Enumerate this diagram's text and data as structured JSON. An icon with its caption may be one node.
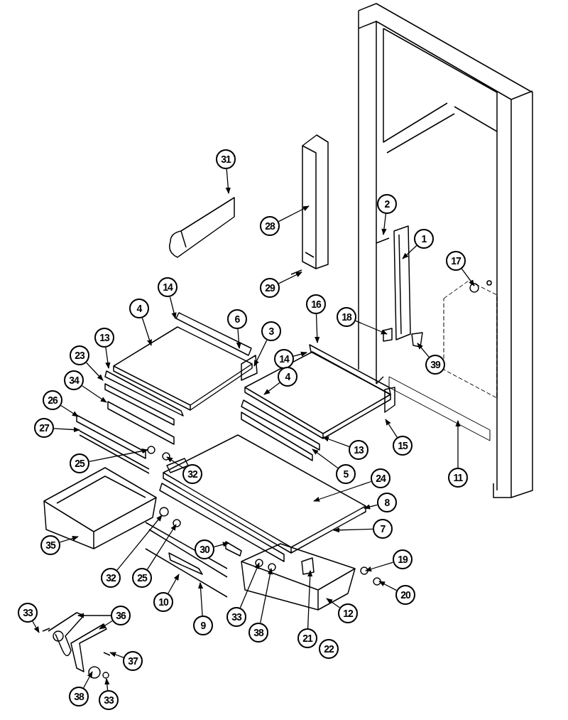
{
  "diagram": {
    "nodes": [
      {
        "text": [
          "31"
        ]
      },
      {
        "text": [
          "28"
        ]
      },
      {
        "text": [
          "2"
        ]
      },
      {
        "text": [
          "1"
        ]
      },
      {
        "text": [
          "17"
        ]
      },
      {
        "text": [
          "29"
        ]
      },
      {
        "text": [
          "14"
        ]
      },
      {
        "text": [
          "4"
        ]
      },
      {
        "text": [
          "6"
        ]
      },
      {
        "text": [
          "16"
        ]
      },
      {
        "text": [
          "18"
        ]
      },
      {
        "text": [
          "3"
        ]
      },
      {
        "text": [
          "14"
        ]
      },
      {
        "text": [
          "13"
        ]
      },
      {
        "text": [
          "4"
        ]
      },
      {
        "text": [
          "39"
        ]
      },
      {
        "text": [
          "23"
        ]
      },
      {
        "text": [
          "34"
        ]
      },
      {
        "text": [
          "26"
        ]
      },
      {
        "text": [
          "27"
        ]
      },
      {
        "text": [
          "25"
        ]
      },
      {
        "text": [
          "32"
        ]
      },
      {
        "text": [
          "15"
        ]
      },
      {
        "text": [
          "13"
        ]
      },
      {
        "text": [
          "5"
        ]
      },
      {
        "text": [
          "11"
        ]
      },
      {
        "text": [
          "24"
        ]
      },
      {
        "text": [
          "8"
        ]
      },
      {
        "text": [
          "35"
        ]
      },
      {
        "text": [
          "7"
        ]
      },
      {
        "text": [
          "32"
        ]
      },
      {
        "text": [
          "25"
        ]
      },
      {
        "text": [
          "30"
        ]
      },
      {
        "text": [
          "10"
        ]
      },
      {
        "text": [
          "19"
        ]
      },
      {
        "text": [
          "20"
        ]
      },
      {
        "text": [
          "33"
        ]
      },
      {
        "text": [
          "36"
        ]
      },
      {
        "text": [
          "33"
        ]
      },
      {
        "text": [
          "9"
        ]
      },
      {
        "text": [
          "12"
        ]
      },
      {
        "text": [
          "38"
        ]
      },
      {
        "text": [
          "21"
        ]
      },
      {
        "text": [
          "22"
        ]
      },
      {
        "text": [
          "37"
        ]
      },
      {
        "text": [
          "38"
        ]
      },
      {
        "text": [
          "33"
        ]
      }
    ],
    "edges": [
      {
        "from": 0,
        "to": null,
        "arrow": "to"
      },
      {
        "from": 1,
        "to": null,
        "arrow": "to"
      },
      {
        "from": 2,
        "to": null,
        "arrow": "to"
      },
      {
        "from": 3,
        "to": null,
        "arrow": "to"
      },
      {
        "from": 4,
        "to": null,
        "arrow": "to"
      },
      {
        "from": 5,
        "to": null,
        "arrow": "to"
      },
      {
        "from": 6,
        "to": null,
        "arrow": "to"
      },
      {
        "from": 7,
        "to": null,
        "arrow": "to"
      },
      {
        "from": 8,
        "to": null,
        "arrow": "to"
      },
      {
        "from": 9,
        "to": null,
        "arrow": "to"
      },
      {
        "from": 10,
        "to": null,
        "arrow": "to"
      },
      {
        "from": 11,
        "to": null,
        "arrow": "to"
      },
      {
        "from": 12,
        "to": null,
        "arrow": "to"
      },
      {
        "from": 13,
        "to": null,
        "arrow": "to"
      },
      {
        "from": 14,
        "to": null,
        "arrow": "to"
      },
      {
        "from": 15,
        "to": null,
        "arrow": "to"
      },
      {
        "from": 16,
        "to": null,
        "arrow": "to"
      },
      {
        "from": 17,
        "to": null,
        "arrow": "to"
      },
      {
        "from": 18,
        "to": null,
        "arrow": "to"
      },
      {
        "from": 19,
        "to": null,
        "arrow": "to"
      },
      {
        "from": 20,
        "to": null,
        "arrow": "to"
      },
      {
        "from": 21,
        "to": null,
        "arrow": "to"
      },
      {
        "from": 22,
        "to": null,
        "arrow": "to"
      },
      {
        "from": 23,
        "to": null,
        "arrow": "to"
      },
      {
        "from": 24,
        "to": null,
        "arrow": "to"
      },
      {
        "from": 25,
        "to": null,
        "arrow": "to"
      },
      {
        "from": 26,
        "to": null,
        "arrow": "to"
      },
      {
        "from": 27,
        "to": null,
        "arrow": "to"
      },
      {
        "from": 28,
        "to": null,
        "arrow": "to"
      },
      {
        "from": 29,
        "to": null,
        "arrow": "to"
      },
      {
        "from": 30,
        "to": null,
        "arrow": "to"
      },
      {
        "from": 31,
        "to": null,
        "arrow": "to"
      },
      {
        "from": 32,
        "to": null,
        "arrow": "to"
      },
      {
        "from": 33,
        "to": null,
        "arrow": "to"
      },
      {
        "from": 34,
        "to": null,
        "arrow": "to"
      },
      {
        "from": 35,
        "to": null,
        "arrow": "to"
      },
      {
        "from": 36,
        "to": null,
        "arrow": "to"
      },
      {
        "from": 37,
        "to": null,
        "arrow": "to"
      },
      {
        "from": 37,
        "to": null,
        "arrow": "to"
      },
      {
        "from": 38,
        "to": null,
        "arrow": "to"
      },
      {
        "from": 39,
        "to": null,
        "arrow": "to"
      },
      {
        "from": 40,
        "to": null,
        "arrow": "to"
      },
      {
        "from": 41,
        "to": null,
        "arrow": "to"
      },
      {
        "from": 42,
        "to": null,
        "arrow": "to"
      },
      {
        "from": 44,
        "to": null,
        "arrow": "to"
      },
      {
        "from": 45,
        "to": null,
        "arrow": "to"
      },
      {
        "from": 46,
        "to": null,
        "arrow": "to"
      }
    ]
  }
}
